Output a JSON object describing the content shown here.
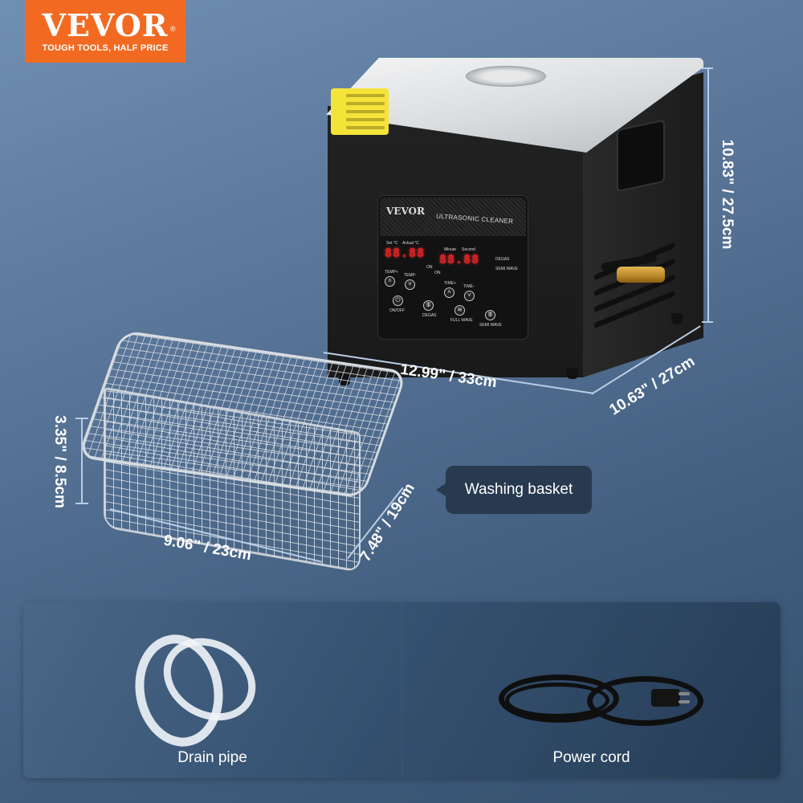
{
  "brand": {
    "name": "VEVOR",
    "registered": "®",
    "tagline": "TOUGH TOOLS, HALF PRICE",
    "color": "#f26a21"
  },
  "product": {
    "control_panel": {
      "brand": "VEVOR",
      "title": "ULTRASONIC CLEANER",
      "labels": {
        "set_temp": "Set °C",
        "actual_temp": "Actual °C",
        "minute": "Minute",
        "second": "Second",
        "degas": "DEGAS",
        "semi_wave": "SEMI WAVE",
        "on_left": "ON",
        "on_right": "ON"
      },
      "temp_display": "88.88",
      "time_display": "88.88",
      "buttons": {
        "temp_up": "TEMP+",
        "temp_down": "TEMP-",
        "time_up": "TIME+",
        "time_down": "TIME-",
        "on_off": "ON/OFF",
        "degas": "DEGAS",
        "full_wave": "FULL WAVE",
        "semi_wave": "SEMI WAVE"
      },
      "lcd_color": "#e02020"
    },
    "dimensions": {
      "height": "10.83\" / 27.5cm",
      "width": "12.99\" / 33cm",
      "depth": "10.63\" / 27cm"
    }
  },
  "basket": {
    "callout": "Washing basket",
    "dimensions": {
      "height": "3.35\" / 8.5cm",
      "width": "9.06\" / 23cm",
      "depth": "7.48\" / 19cm"
    }
  },
  "accessories": [
    {
      "label": "Drain pipe",
      "icon": "drain-pipe-icon"
    },
    {
      "label": "Power cord",
      "icon": "power-cord-icon"
    }
  ]
}
